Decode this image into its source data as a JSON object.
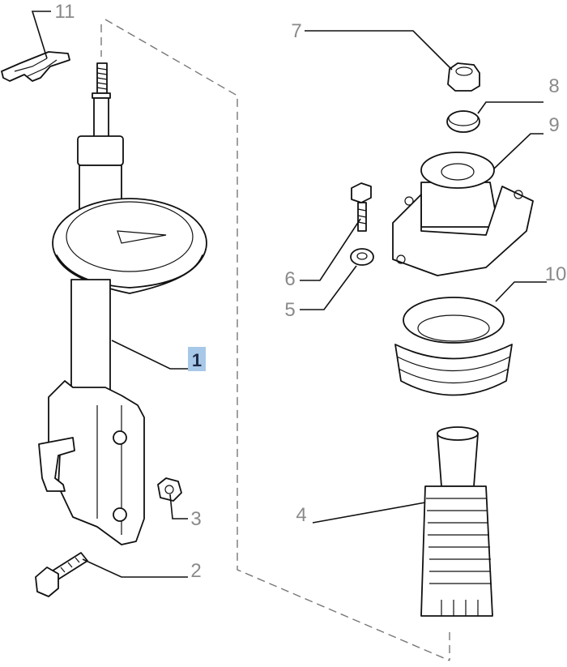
{
  "diagram": {
    "callouts": [
      {
        "id": "1",
        "label": "1",
        "highlighted": true
      },
      {
        "id": "2",
        "label": "2"
      },
      {
        "id": "3",
        "label": "3"
      },
      {
        "id": "4",
        "label": "4"
      },
      {
        "id": "5",
        "label": "5"
      },
      {
        "id": "6",
        "label": "6"
      },
      {
        "id": "7",
        "label": "7"
      },
      {
        "id": "8",
        "label": "8"
      },
      {
        "id": "9",
        "label": "9"
      },
      {
        "id": "10",
        "label": "10"
      },
      {
        "id": "11",
        "label": "11"
      }
    ],
    "colors": {
      "highlight_fill": "#a8c8e8",
      "callout_text": "#8a8a8a",
      "highlight_text": "#1f2a44"
    }
  }
}
